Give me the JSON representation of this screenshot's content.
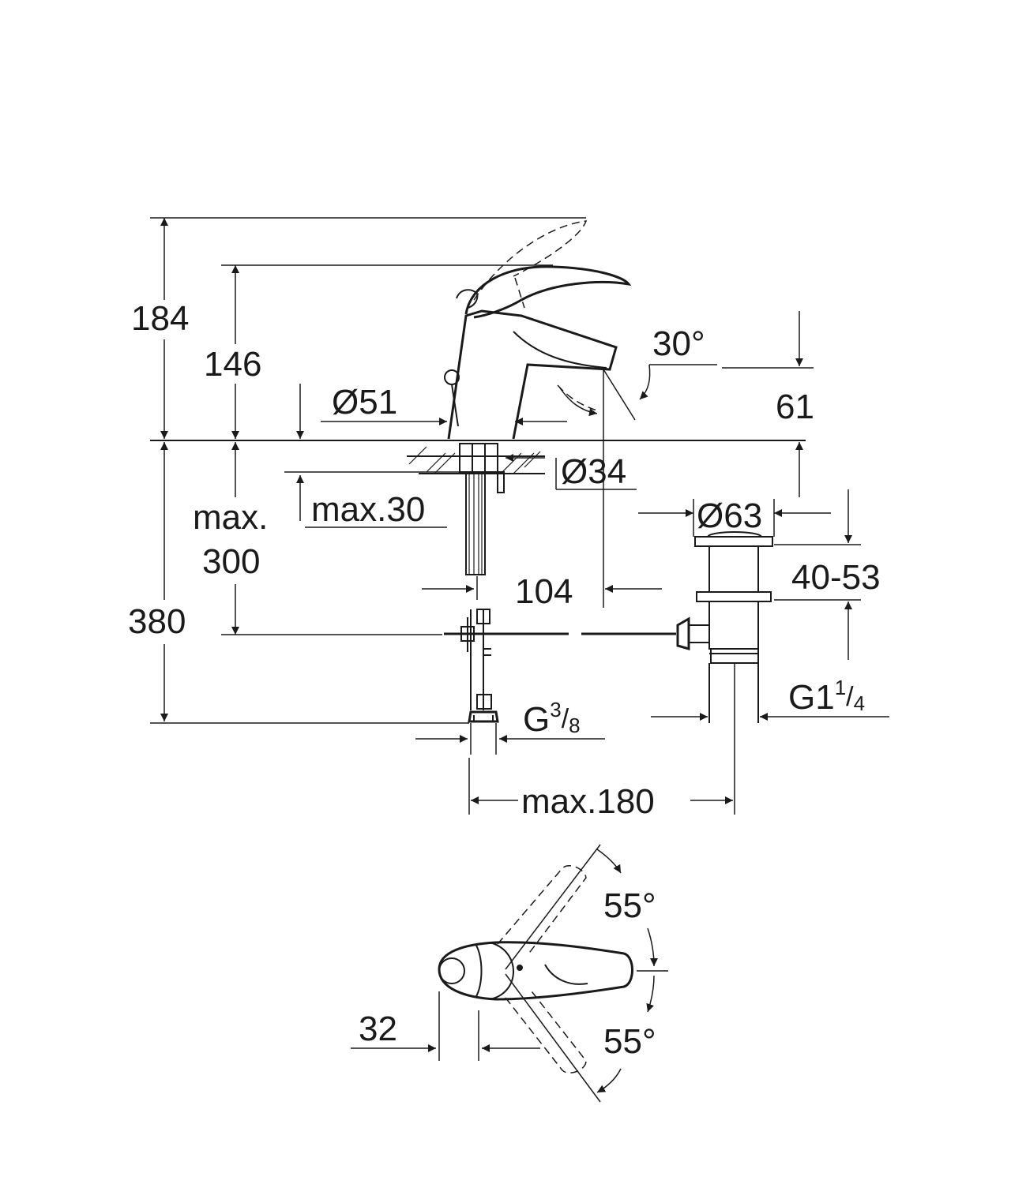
{
  "dimensions": {
    "height_total": "184",
    "height_spout": "146",
    "body_diameter": "Ø51",
    "spout_angle": "30°",
    "spout_projection_height": "61",
    "shank_diameter": "Ø34",
    "max_deck_thickness_prefix": "max.",
    "max_deck_thickness": "max.30",
    "max_hose_label": "max.",
    "max_hose_value": "300",
    "waste_diameter": "Ø63",
    "waste_range": "40-53",
    "reach": "104",
    "below_deck": "380",
    "inlet_thread": "G",
    "inlet_thread_num": "3",
    "inlet_thread_den": "8",
    "waste_thread": "G1",
    "waste_thread_num": "1",
    "waste_thread_den": "4",
    "max_waste_offset": "max.180",
    "lever_angle_up": "55°",
    "lever_angle_down": "55°",
    "lever_offset": "32"
  }
}
